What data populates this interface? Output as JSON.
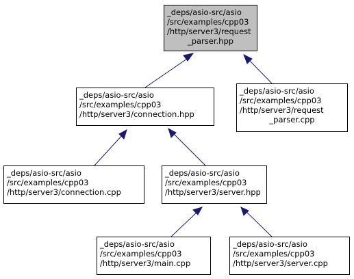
{
  "colors": {
    "highlight_fill": "#bfbfbf",
    "edge": "#191970",
    "border": "#000000"
  },
  "nodes": [
    {
      "id": "n0",
      "lines": [
        "_deps/asio-src/asio",
        "/src/examples/cpp03",
        "/http/server3/request",
        "_parser.hpp"
      ]
    },
    {
      "id": "n1",
      "lines": [
        "_deps/asio-src/asio",
        "/src/examples/cpp03",
        "/http/server3/connection.hpp"
      ]
    },
    {
      "id": "n2",
      "lines": [
        "_deps/asio-src/asio",
        "/src/examples/cpp03",
        "/http/server3/request",
        "_parser.cpp"
      ]
    },
    {
      "id": "n3",
      "lines": [
        "_deps/asio-src/asio",
        "/src/examples/cpp03",
        "/http/server3/connection.cpp"
      ]
    },
    {
      "id": "n4",
      "lines": [
        "_deps/asio-src/asio",
        "/src/examples/cpp03",
        "/http/server3/server.hpp"
      ]
    },
    {
      "id": "n5",
      "lines": [
        "_deps/asio-src/asio",
        "/src/examples/cpp03",
        "/http/server3/main.cpp"
      ]
    },
    {
      "id": "n6",
      "lines": [
        "_deps/asio-src/asio",
        "/src/examples/cpp03",
        "/http/server3/server.cpp"
      ]
    }
  ],
  "edges": [
    {
      "from": "n1",
      "to": "n0"
    },
    {
      "from": "n2",
      "to": "n0"
    },
    {
      "from": "n3",
      "to": "n1"
    },
    {
      "from": "n4",
      "to": "n1"
    },
    {
      "from": "n5",
      "to": "n4"
    },
    {
      "from": "n6",
      "to": "n4"
    }
  ]
}
